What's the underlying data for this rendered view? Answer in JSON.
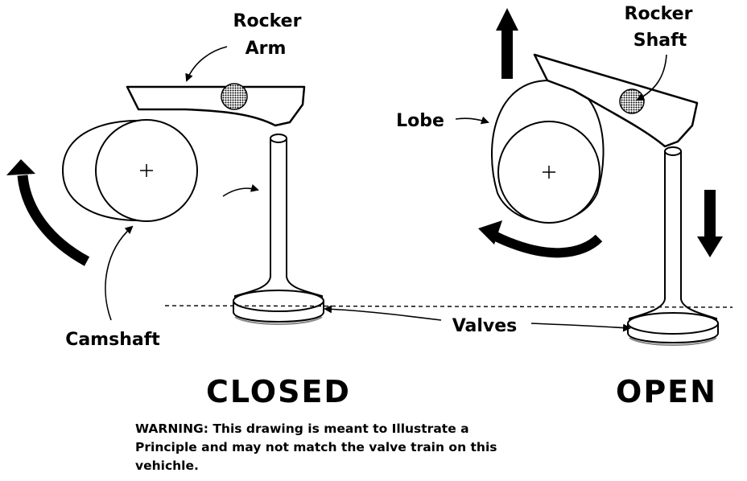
{
  "labels": {
    "rocker_arm_line1": "Rocker",
    "rocker_arm_line2": "Arm",
    "rocker_shaft_line1": "Rocker",
    "rocker_shaft_line2": "Shaft",
    "lobe": "Lobe",
    "camshaft": "Camshaft",
    "valves": "Valves",
    "closed": "CLOSED",
    "open": "OPEN"
  },
  "warning": {
    "line1": "WARNING:  This drawing is meant to Illustrate a",
    "line2": "Principle and may not match the valve train on this",
    "line3": "vehichle."
  }
}
